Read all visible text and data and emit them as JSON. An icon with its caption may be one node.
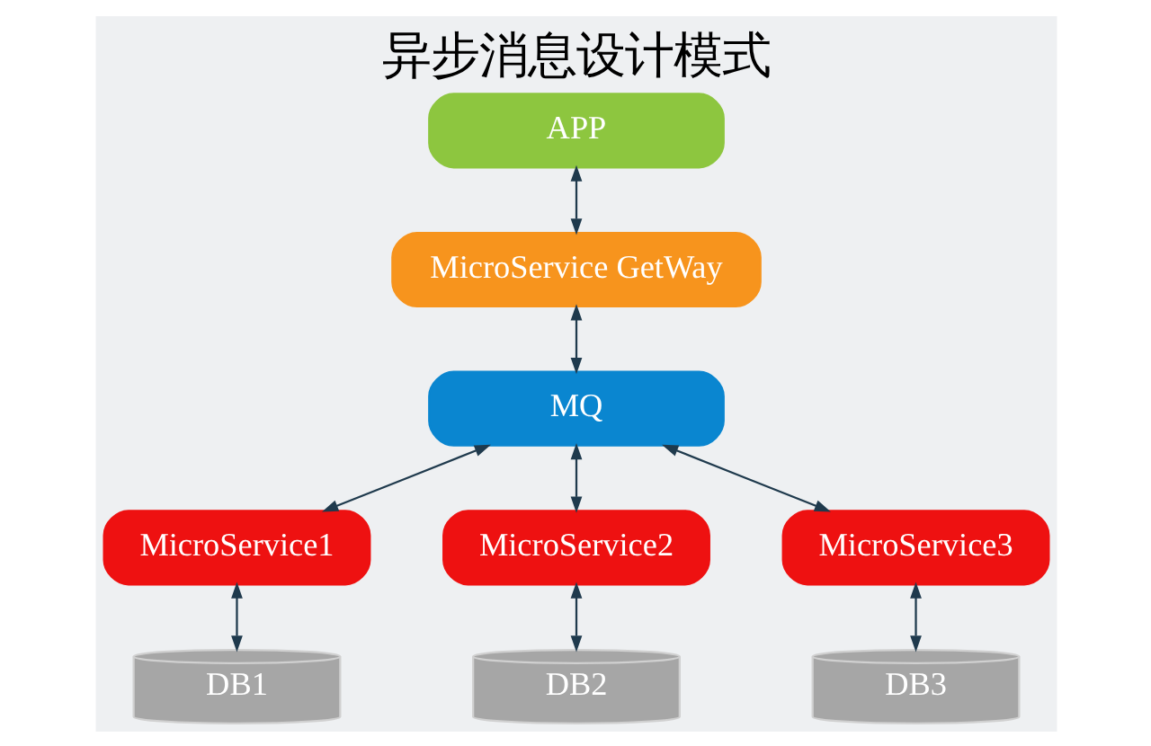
{
  "diagram": {
    "title": "异步消息设计模式",
    "nodes": [
      {
        "text": [
          "APP"
        ]
      },
      {
        "text": [
          "MicroService GetWay"
        ]
      },
      {
        "text": [
          "MQ"
        ]
      },
      {
        "text": [
          "MicroService1"
        ]
      },
      {
        "text": [
          "MicroService2"
        ]
      },
      {
        "text": [
          "MicroService3"
        ]
      },
      {
        "text": [
          "DB1"
        ]
      },
      {
        "text": [
          "DB2"
        ]
      },
      {
        "text": [
          "DB3"
        ]
      }
    ],
    "edges": [
      {
        "from": 0,
        "to": 1,
        "arrow": "both"
      },
      {
        "from": 1,
        "to": 2,
        "arrow": "both"
      },
      {
        "from": 2,
        "to": 3,
        "arrow": "both"
      },
      {
        "from": 2,
        "to": 4,
        "arrow": "both"
      },
      {
        "from": 2,
        "to": 5,
        "arrow": "both"
      },
      {
        "from": 3,
        "to": 6,
        "arrow": "both"
      },
      {
        "from": 4,
        "to": 7,
        "arrow": "both"
      },
      {
        "from": 5,
        "to": 8,
        "arrow": "both"
      }
    ]
  }
}
